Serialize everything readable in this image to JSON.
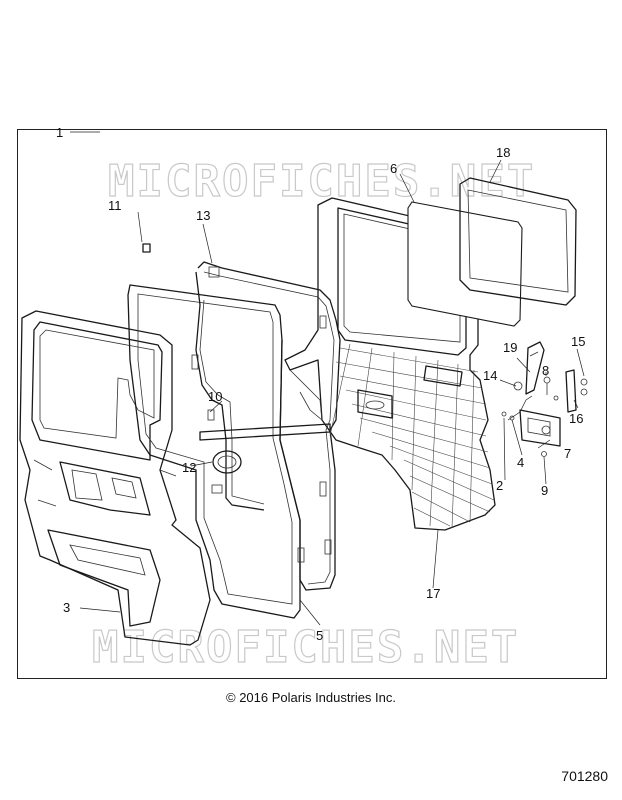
{
  "callouts": [
    "1",
    "2",
    "3",
    "4",
    "5",
    "6",
    "7",
    "8",
    "9",
    "10",
    "11",
    "12",
    "13",
    "14",
    "15",
    "16",
    "17",
    "18",
    "19"
  ],
  "watermark": "MICROFICHES.NET",
  "copyright": "© 2016 Polaris Industries Inc.",
  "figure_id": "701280"
}
